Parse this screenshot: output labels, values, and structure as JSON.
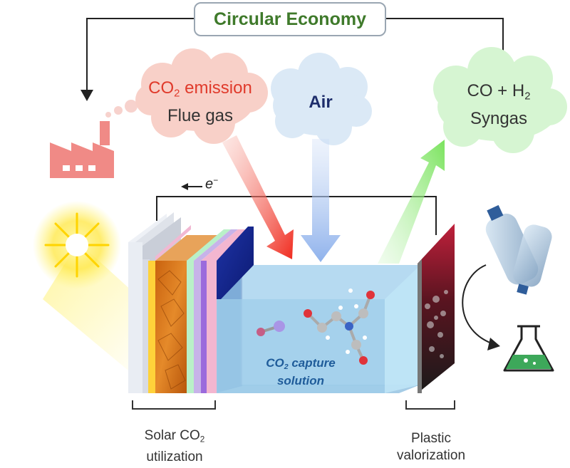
{
  "title": "Circular Economy",
  "emission_cloud": {
    "line1_prefix": "CO",
    "line1_sub": "2",
    "line1_suffix": " emission",
    "line2": "Flue gas"
  },
  "air_cloud": {
    "label": "Air"
  },
  "syngas_cloud": {
    "line1_prefix": "CO + H",
    "line1_sub": "2",
    "line2": "Syngas"
  },
  "electron_label": {
    "arrow": "←",
    "symbol": "e",
    "sup": "−"
  },
  "capture_label": {
    "line1_prefix": "CO",
    "line1_sub": "2",
    "line1_suffix": " capture",
    "line2": "solution"
  },
  "left_bracket_label": {
    "line1_prefix": "Solar CO",
    "line1_sub": "2",
    "line2": "utilization"
  },
  "right_bracket_label": {
    "line1": "Plastic",
    "line2": "valorization"
  },
  "colors": {
    "title_green": "#3f7a2b",
    "co2_red": "#e03a2b",
    "air_navy": "#1d2d6b",
    "factory": "#f08a86",
    "solution_blue": "#a9d4ee",
    "syngas_green": "#7ee06a"
  }
}
